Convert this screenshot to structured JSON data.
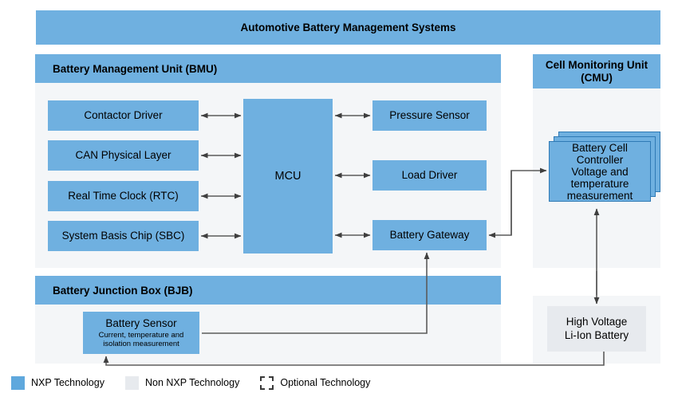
{
  "title": "Automotive Battery Management Systems",
  "sections": {
    "bmu": {
      "header": "Battery Management Unit (BMU)",
      "left_blocks": [
        {
          "label": "Contactor Driver"
        },
        {
          "label": "CAN Physical Layer"
        },
        {
          "label": "Real Time Clock (RTC)"
        },
        {
          "label": "System Basis Chip (SBC)"
        }
      ],
      "mcu": {
        "label": "MCU"
      },
      "right_blocks": [
        {
          "label": "Pressure Sensor"
        },
        {
          "label": "Load Driver"
        },
        {
          "label": "Battery Gateway"
        }
      ]
    },
    "bjb": {
      "header": "Battery Junction Box (BJB)",
      "battery_sensor": {
        "title": "Battery Sensor",
        "subtitle_line1": "Current, temperature and",
        "subtitle_line2": "isolation measurement"
      }
    },
    "cmu": {
      "header_line1": "Cell Monitoring Unit",
      "header_line2": "(CMU)",
      "battery_cell_controller": {
        "title_line1": "Battery Cell",
        "title_line2": "Controller",
        "subtitle_line1": "Voltage and temperature",
        "subtitle_line2": "measurement"
      }
    },
    "hv_battery": {
      "line1": "High Voltage",
      "line2": "Li-Ion Battery"
    }
  },
  "legend": {
    "items": [
      {
        "label": "NXP Technology",
        "swatch": "nxp-swatch",
        "color": "#5fa8dd"
      },
      {
        "label": "Non NXP Technology",
        "swatch": "non-nxp-swatch",
        "color": "#e7eaee"
      },
      {
        "label": "Optional Technology",
        "swatch": "optional-swatch",
        "color": "#ffffff"
      }
    ]
  },
  "colors": {
    "nxp_blue": "#6fb0e0",
    "panel_gray": "#f4f6f8",
    "block_gray": "#e7eaee",
    "wire": "#595959",
    "card_border": "#2f7ab5"
  }
}
